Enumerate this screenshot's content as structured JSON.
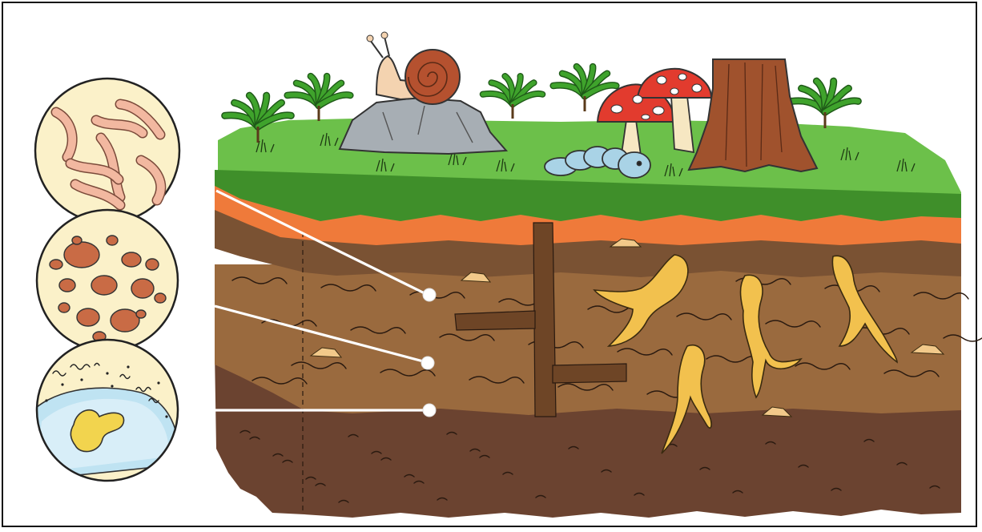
{
  "colors": {
    "grass": "#6cc04a",
    "grass_dark": "#3f8f2a",
    "topsoil_orange": "#ef7a3a",
    "soil_upper": "#7a5233",
    "soil_middle": "#9a6a3e",
    "soil_lower": "#6b4330",
    "root": "#f2c14e",
    "tree_trunk": "#a0522d",
    "mushroom_cap": "#e23b2e",
    "caterpillar": "#a9d3e6",
    "snail_shell": "#b5512f",
    "rock": "#a7aeb4",
    "inset_bg": "#fbf1c9",
    "worm": "#f2b8a0",
    "particle": "#c96b45",
    "water": "#bfe3f2",
    "organism": "#f2d44e"
  },
  "elements": {
    "snail": "snail",
    "caterpillar": "caterpillar",
    "mushrooms": "mushrooms",
    "tree": "tree-trunk",
    "rock": "rock",
    "roots": "roots",
    "insets": [
      "earthworms",
      "soil-particles",
      "microorganisms-in-water"
    ]
  }
}
